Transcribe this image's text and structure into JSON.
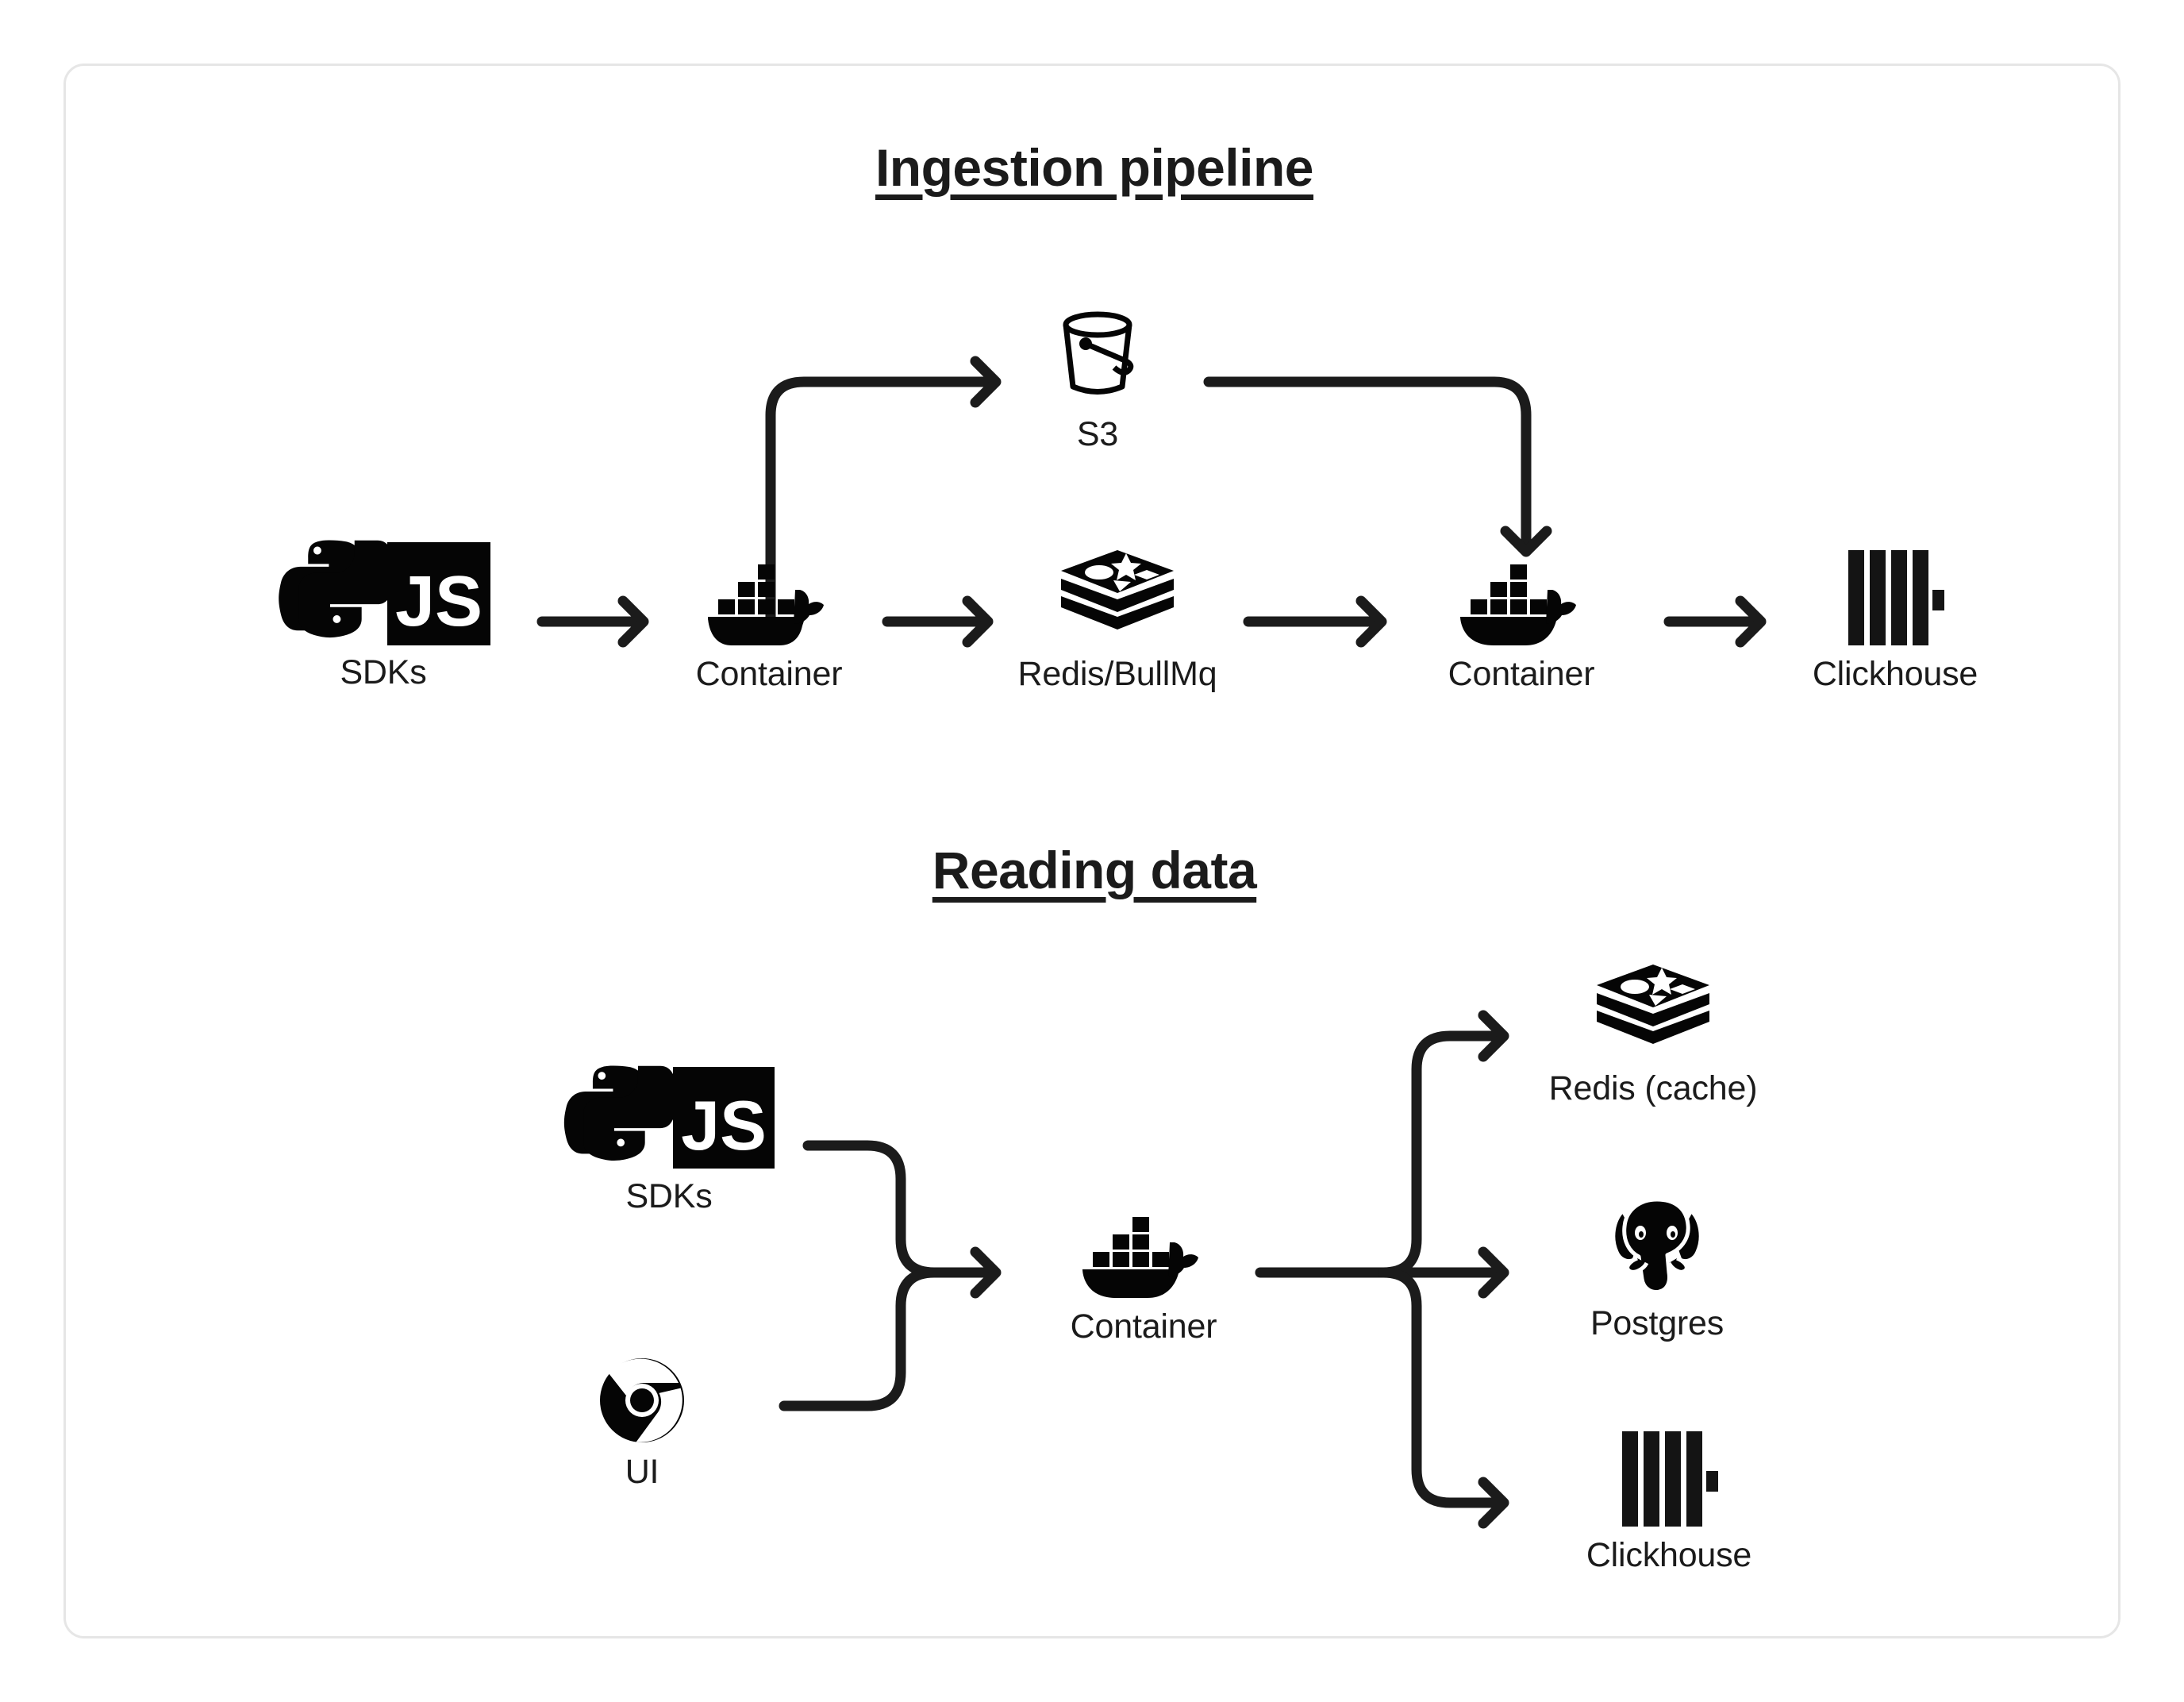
{
  "card": {
    "border_color": "#e6e6e6",
    "background": "#ffffff",
    "ink_color": "#1b1b1b"
  },
  "sections": [
    {
      "id": "ingestion",
      "title": "Ingestion pipeline",
      "nodes": [
        {
          "id": "sdks",
          "label": "SDKs",
          "icon": "python-js-sdk-icon"
        },
        {
          "id": "container-1",
          "label": "Container",
          "icon": "docker-whale-icon"
        },
        {
          "id": "s3",
          "label": "S3",
          "icon": "s3-bucket-icon"
        },
        {
          "id": "redis",
          "label": "Redis/BullMq",
          "icon": "redis-stack-icon"
        },
        {
          "id": "container-2",
          "label": "Container",
          "icon": "docker-whale-icon"
        },
        {
          "id": "clickhouse",
          "label": "Clickhouse",
          "icon": "clickhouse-bars-icon"
        }
      ],
      "edges": [
        {
          "from": "sdks",
          "to": "container-1",
          "style": "straight-arrow"
        },
        {
          "from": "container-1",
          "to": "s3",
          "style": "up-right-arrow"
        },
        {
          "from": "container-1",
          "to": "redis",
          "style": "straight-arrow"
        },
        {
          "from": "s3",
          "to": "container-2",
          "style": "right-down-arrow"
        },
        {
          "from": "redis",
          "to": "container-2",
          "style": "straight-arrow"
        },
        {
          "from": "container-2",
          "to": "clickhouse",
          "style": "straight-arrow"
        }
      ]
    },
    {
      "id": "reading",
      "title": "Reading data",
      "nodes": [
        {
          "id": "sdks",
          "label": "SDKs",
          "icon": "python-js-sdk-icon"
        },
        {
          "id": "ui",
          "label": "UI",
          "icon": "chrome-browser-icon"
        },
        {
          "id": "container",
          "label": "Container",
          "icon": "docker-whale-icon"
        },
        {
          "id": "redis",
          "label": "Redis (cache)",
          "icon": "redis-stack-icon"
        },
        {
          "id": "postgres",
          "label": "Postgres",
          "icon": "postgres-elephant-icon"
        },
        {
          "id": "clickhouse",
          "label": "Clickhouse",
          "icon": "clickhouse-bars-icon"
        }
      ],
      "edges": [
        {
          "from": "sdks",
          "to": "container",
          "style": "merge-arrow"
        },
        {
          "from": "ui",
          "to": "container",
          "style": "merge-arrow"
        },
        {
          "from": "container",
          "to": "redis",
          "style": "fanout-up-arrow"
        },
        {
          "from": "container",
          "to": "postgres",
          "style": "fanout-mid-arrow"
        },
        {
          "from": "container",
          "to": "clickhouse",
          "style": "fanout-down-arrow"
        }
      ]
    }
  ],
  "icons": {
    "js_text": "JS"
  }
}
